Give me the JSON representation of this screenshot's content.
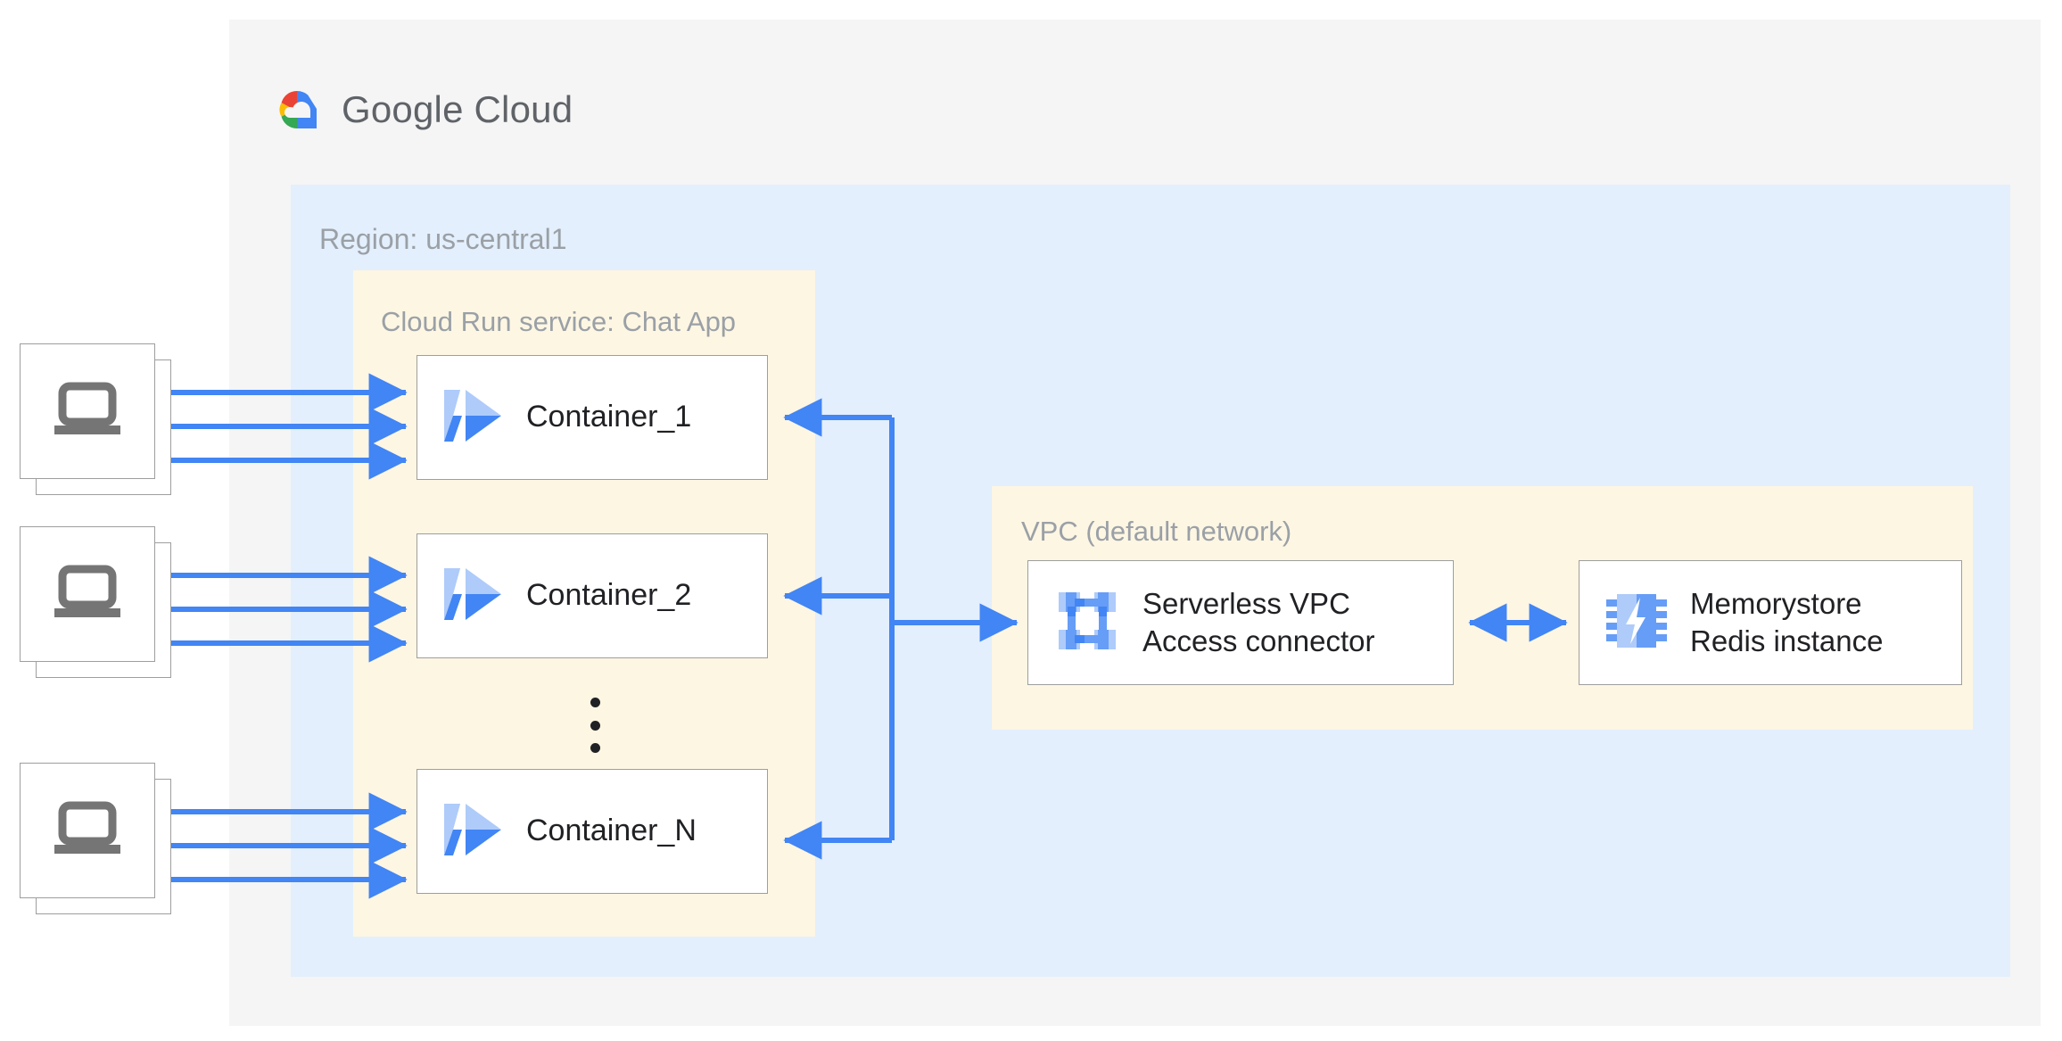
{
  "diagram": {
    "title": "Google Cloud Run chat app with Memorystore Redis architecture",
    "brand": {
      "name_bold": "Google",
      "name_light": "Cloud",
      "logo_icon": "google-cloud-logo-icon"
    },
    "colors": {
      "panel_background": "#f5f5f5",
      "region_background": "#e3effc",
      "service_background": "#fdf6e3",
      "node_background": "#ffffff",
      "node_border": "#9e9e9e",
      "connector_blue": "#4285f4",
      "icon_light_blue": "#aecbfa",
      "label_gray": "#9aa0a6",
      "text_dark": "#202124",
      "client_icon_gray": "#757575"
    },
    "region": {
      "label": "Region: us-central1"
    },
    "cloud_run": {
      "label": "Cloud Run service: Chat App",
      "ellipsis": "vertical-ellipsis",
      "containers": [
        {
          "label": "Container_1",
          "icon": "cloud-run-icon"
        },
        {
          "label": "Container_2",
          "icon": "cloud-run-icon"
        },
        {
          "label": "Container_N",
          "icon": "cloud-run-icon"
        }
      ]
    },
    "vpc": {
      "label": "VPC (default network)",
      "nodes": [
        {
          "label": "Serverless VPC\nAccess connector",
          "icon": "serverless-vpc-access-connector-icon"
        },
        {
          "label": "Memorystore\nRedis instance",
          "icon": "memorystore-redis-icon"
        }
      ]
    },
    "clients": [
      {
        "icon": "laptop-icon",
        "connections": 3
      },
      {
        "icon": "laptop-icon",
        "connections": 3
      },
      {
        "icon": "laptop-icon",
        "connections": 3
      }
    ],
    "connections": [
      {
        "from": "client-stack-1",
        "to": "Container_1",
        "arrow": "single",
        "count": 3
      },
      {
        "from": "client-stack-2",
        "to": "Container_2",
        "arrow": "single",
        "count": 3
      },
      {
        "from": "client-stack-3",
        "to": "Container_N",
        "arrow": "single",
        "count": 3
      },
      {
        "from": "Serverless VPC Access connector",
        "to": "Container_1",
        "arrow": "single"
      },
      {
        "from": "Serverless VPC Access connector",
        "to": "Container_2",
        "arrow": "single"
      },
      {
        "from": "Serverless VPC Access connector",
        "to": "Container_N",
        "arrow": "single"
      },
      {
        "from": "Cloud Run containers",
        "to": "Serverless VPC Access connector",
        "arrow": "single"
      },
      {
        "from": "Serverless VPC Access connector",
        "to": "Memorystore Redis instance",
        "arrow": "double"
      }
    ]
  }
}
